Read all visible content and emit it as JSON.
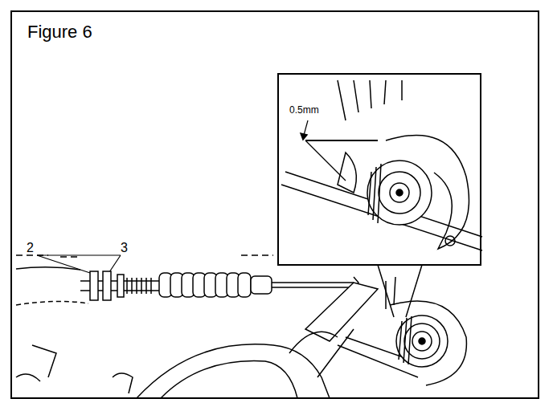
{
  "diagram": {
    "title": "Figure 6",
    "labels": [
      "2",
      "3",
      "0.5mm"
    ]
  }
}
